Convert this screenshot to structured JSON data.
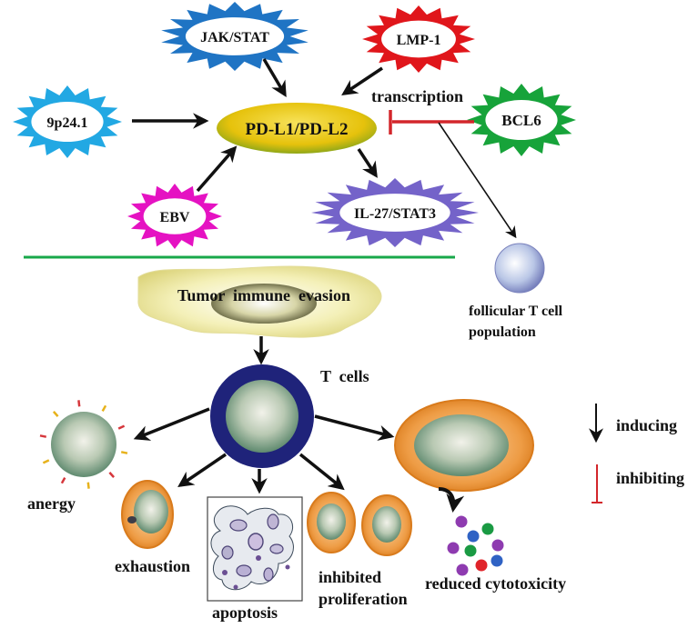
{
  "nodes": {
    "jak_stat": "JAK/STAT",
    "lmp1": "LMP-1",
    "p9p24": "9p24.1",
    "pdl": "PD-L1/PD-L2",
    "transcription": "transcription",
    "bcl6": "BCL6",
    "ebv": "EBV",
    "il27": "IL-27/STAT3",
    "tumor": "Tumor  immune  evasion",
    "follicular_line1": "follicular T cell",
    "follicular_line2": "population",
    "tcells": "T  cells",
    "anergy": "anergy",
    "exhaustion": "exhaustion",
    "apoptosis": "apoptosis",
    "inhibited_line1": "inhibited",
    "inhibited_line2": "proliferation",
    "reduced": "reduced cytotoxicity"
  },
  "legend": {
    "inducing": "inducing",
    "inhibiting": "inhibiting"
  },
  "colors": {
    "jak_stat": "#1f74c4",
    "lmp1": "#e0161b",
    "p9p24": "#22a8e3",
    "bcl6": "#17a33a",
    "ebv": "#e512c2",
    "il27": "#7463c9",
    "pdl_fill": "#e6c20c",
    "divider": "#18a84a",
    "inhibit": "#d3262b",
    "tcell_ring": "#1f237a",
    "cell_orange": "#e88b2c"
  }
}
